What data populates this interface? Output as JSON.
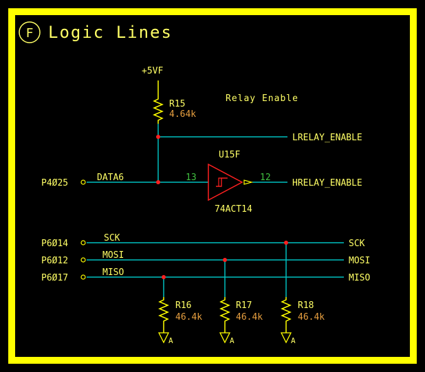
{
  "title": {
    "badge": "F",
    "text": "Logic Lines"
  },
  "power": {
    "label": "+5VF"
  },
  "note": {
    "relay_enable": "Relay Enable"
  },
  "resistors": {
    "r15": {
      "ref": "R15",
      "value": "4.64k"
    },
    "r16": {
      "ref": "R16",
      "value": "46.4k"
    },
    "r17": {
      "ref": "R17",
      "value": "46.4k"
    },
    "r18": {
      "ref": "R18",
      "value": "46.4k"
    }
  },
  "gate": {
    "ref": "U15F",
    "part": "74ACT14",
    "pin_in": "13",
    "pin_out": "12"
  },
  "ports": {
    "p4025": "P4Ø25",
    "p6014": "P6Ø14",
    "p6012": "P6Ø12",
    "p6017": "P6Ø17"
  },
  "nets": {
    "data6": "DATA6",
    "lrelay": "LRELAY_ENABLE",
    "hrelay": "HRELAY_ENABLE",
    "sck_left": "SCK",
    "mosi_left": "MOSI",
    "miso_left": "MISO",
    "sck_right": "SCK",
    "mosi_right": "MOSI",
    "miso_right": "MISO"
  },
  "ground_labels": {
    "a1": "A",
    "a2": "A",
    "a3": "A"
  },
  "colors": {
    "border": "#ffff00",
    "wire": "#00bfbf",
    "text": "#ffff66",
    "value": "#e8a040",
    "pin": "#40c040",
    "gate": "#ff2020",
    "junction": "#ff2020",
    "symbol": "#ffff00"
  }
}
